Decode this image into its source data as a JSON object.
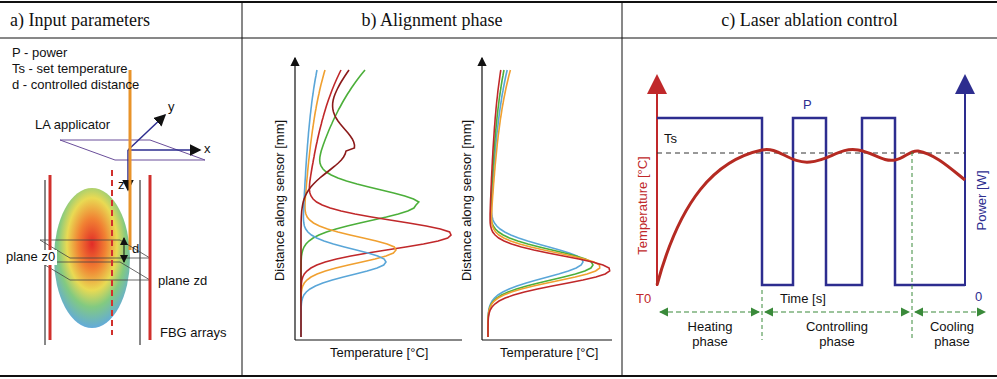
{
  "diagram": {
    "nodes": [
      {
        "text": [
          "a) Input parameters"
        ]
      },
      {
        "text": [
          "b) Alignment phase"
        ]
      },
      {
        "text": [
          "c) Laser ablation control"
        ]
      }
    ],
    "labels": [
      "P - power",
      "Ts - set temperature",
      "d - controlled distance",
      "LA applicator",
      "x",
      "y",
      "z",
      "plane z0",
      "d",
      "plane zd",
      "FBG arrays",
      "Distance along sensor [mm]",
      "Temperature [°C]",
      "Distance along sensor [mm]",
      "Temperature [°C]",
      "Temperature [°C]",
      "Power [W]",
      "P",
      "Ts",
      "T0",
      "Time [s]",
      "0",
      "Heating phase",
      "Controlling phase",
      "Cooling phase"
    ]
  }
}
